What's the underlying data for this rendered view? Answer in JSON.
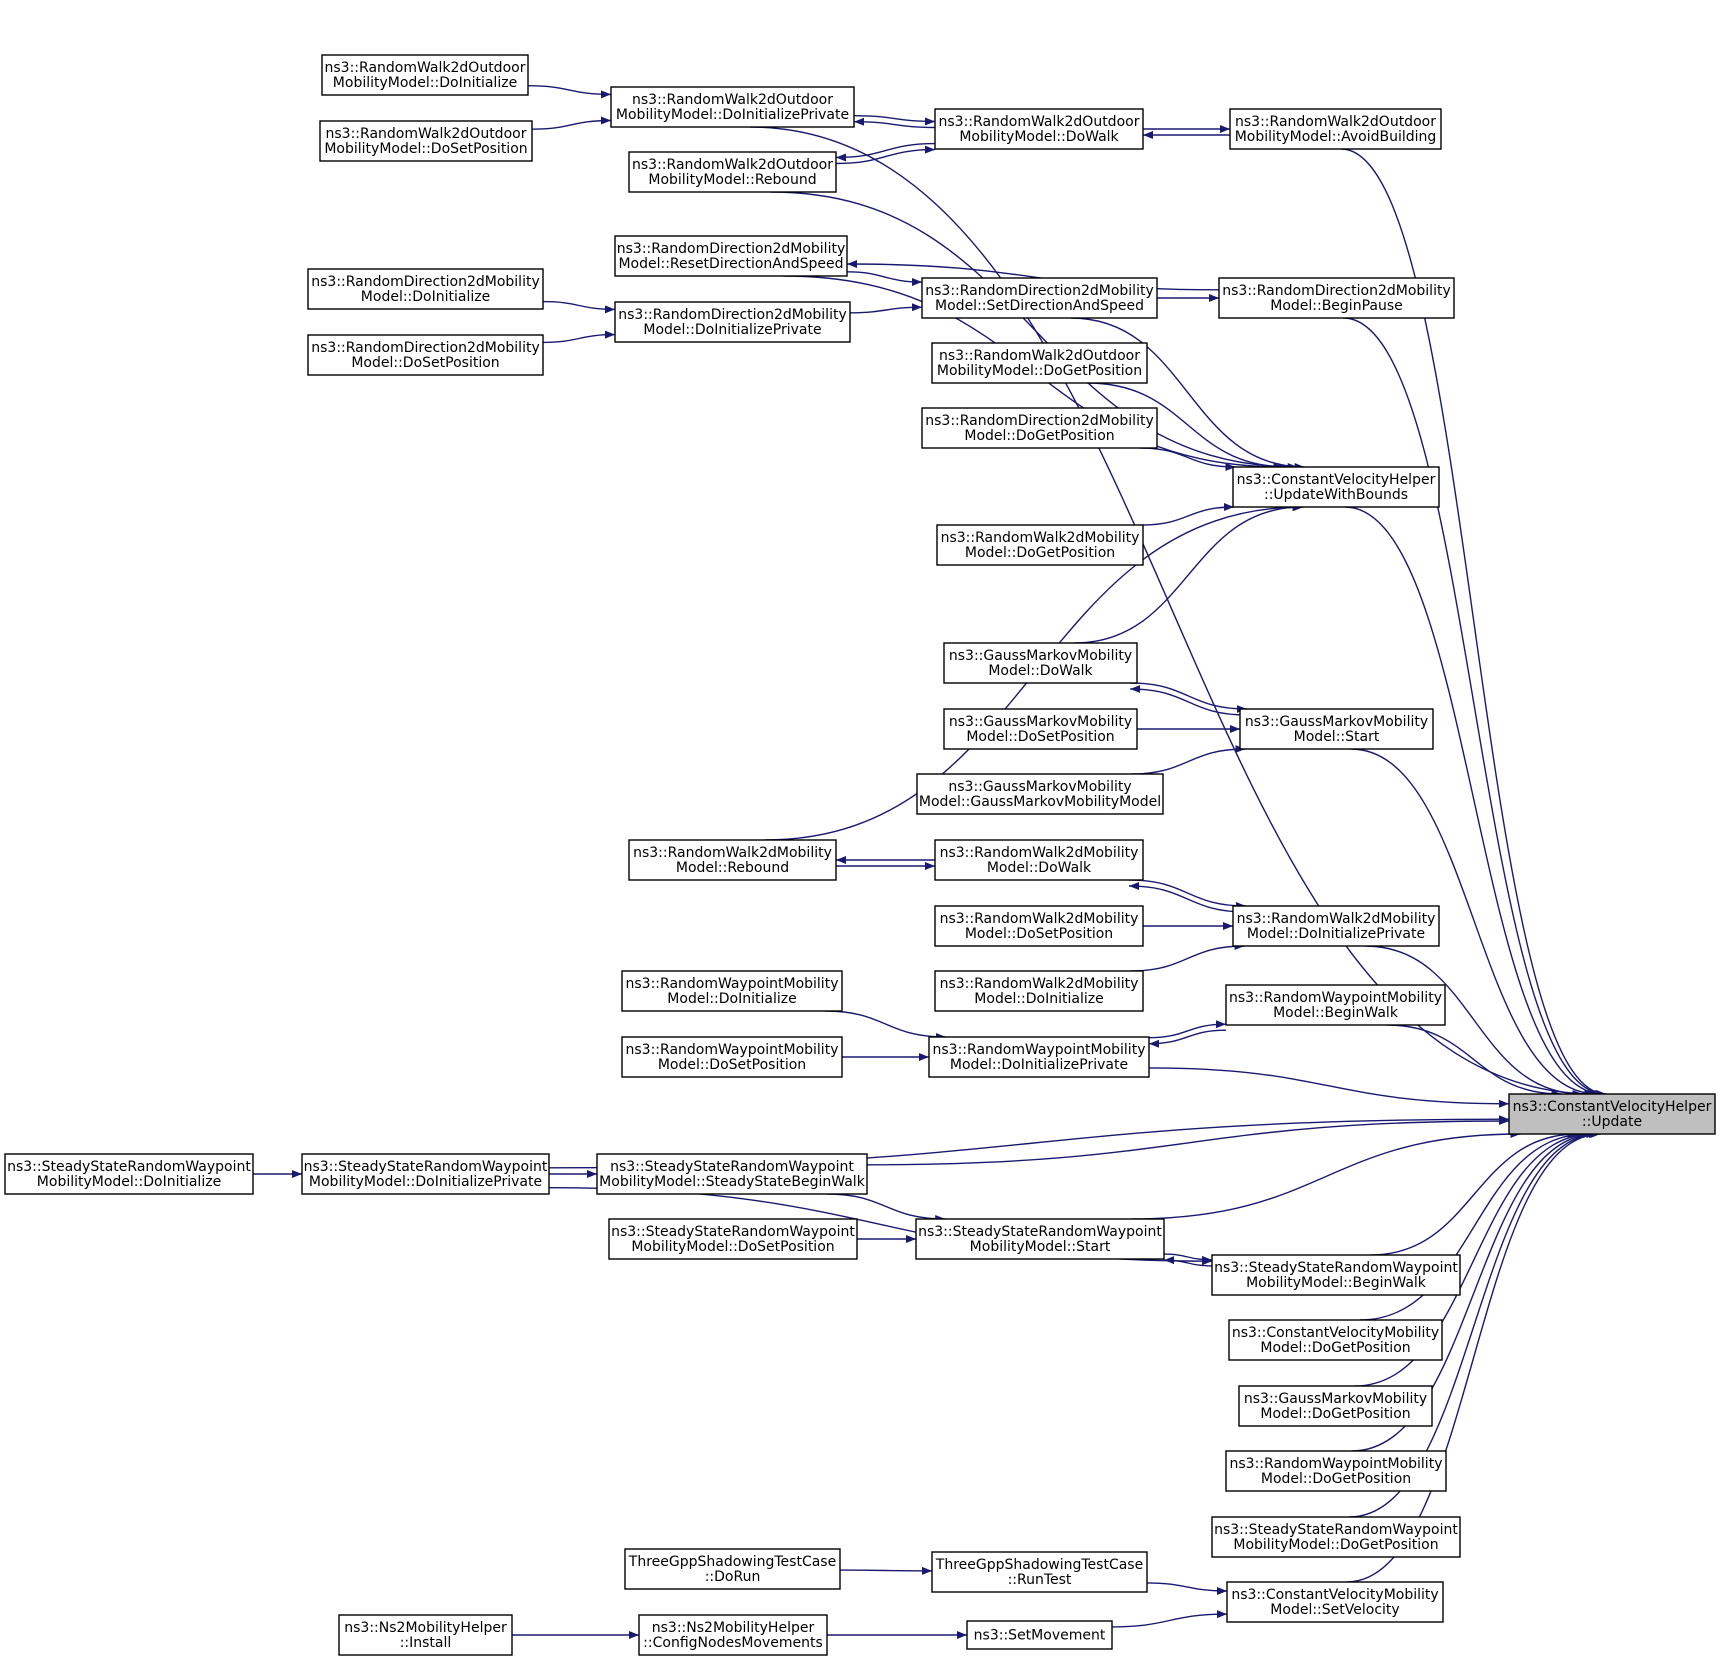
{
  "colors": {
    "edge": "#191970",
    "root_fill": "#bfbfbf",
    "node_fill": "#ffffff",
    "border": "#000000"
  },
  "nodes": [
    {
      "id": "root",
      "lines": [
        "ns3::ConstantVelocityHelper",
        "::Update"
      ]
    },
    {
      "id": "rw2o_doinit",
      "lines": [
        "ns3::RandomWalk2dOutdoor",
        "MobilityModel::DoInitialize"
      ]
    },
    {
      "id": "rw2o_dosetpos",
      "lines": [
        "ns3::RandomWalk2dOutdoor",
        "MobilityModel::DoSetPosition"
      ]
    },
    {
      "id": "rw2o_doinitpriv",
      "lines": [
        "ns3::RandomWalk2dOutdoor",
        "MobilityModel::DoInitializePrivate"
      ]
    },
    {
      "id": "rw2o_rebound",
      "lines": [
        "ns3::RandomWalk2dOutdoor",
        "MobilityModel::Rebound"
      ]
    },
    {
      "id": "rw2o_dowalk",
      "lines": [
        "ns3::RandomWalk2dOutdoor",
        "MobilityModel::DoWalk"
      ]
    },
    {
      "id": "rw2o_avoid",
      "lines": [
        "ns3::RandomWalk2dOutdoor",
        "MobilityModel::AvoidBuilding"
      ]
    },
    {
      "id": "rd2_reset",
      "lines": [
        "ns3::RandomDirection2dMobility",
        "Model::ResetDirectionAndSpeed"
      ]
    },
    {
      "id": "rd2_doinit",
      "lines": [
        "ns3::RandomDirection2dMobility",
        "Model::DoInitialize"
      ]
    },
    {
      "id": "rd2_dosetpos",
      "lines": [
        "ns3::RandomDirection2dMobility",
        "Model::DoSetPosition"
      ]
    },
    {
      "id": "rd2_doinitpriv",
      "lines": [
        "ns3::RandomDirection2dMobility",
        "Model::DoInitializePrivate"
      ]
    },
    {
      "id": "rd2_setdir",
      "lines": [
        "ns3::RandomDirection2dMobility",
        "Model::SetDirectionAndSpeed"
      ]
    },
    {
      "id": "rd2_beginpause",
      "lines": [
        "ns3::RandomDirection2dMobility",
        "Model::BeginPause"
      ]
    },
    {
      "id": "rw2o_dogetpos",
      "lines": [
        "ns3::RandomWalk2dOutdoor",
        "MobilityModel::DoGetPosition"
      ]
    },
    {
      "id": "rd2_dogetpos",
      "lines": [
        "ns3::RandomDirection2dMobility",
        "Model::DoGetPosition"
      ]
    },
    {
      "id": "cvh_bounds",
      "lines": [
        "ns3::ConstantVelocityHelper",
        "::UpdateWithBounds"
      ]
    },
    {
      "id": "rw2_dogetpos",
      "lines": [
        "ns3::RandomWalk2dMobility",
        "Model::DoGetPosition"
      ]
    },
    {
      "id": "gm_dowalk",
      "lines": [
        "ns3::GaussMarkovMobility",
        "Model::DoWalk"
      ]
    },
    {
      "id": "gm_dosetpos",
      "lines": [
        "ns3::GaussMarkovMobility",
        "Model::DoSetPosition"
      ]
    },
    {
      "id": "gm_ctor",
      "lines": [
        "ns3::GaussMarkovMobility",
        "Model::GaussMarkovMobilityModel"
      ]
    },
    {
      "id": "gm_start",
      "lines": [
        "ns3::GaussMarkovMobility",
        "Model::Start"
      ]
    },
    {
      "id": "rw2_rebound",
      "lines": [
        "ns3::RandomWalk2dMobility",
        "Model::Rebound"
      ]
    },
    {
      "id": "rw2_dowalk",
      "lines": [
        "ns3::RandomWalk2dMobility",
        "Model::DoWalk"
      ]
    },
    {
      "id": "rw2_dosetpos",
      "lines": [
        "ns3::RandomWalk2dMobility",
        "Model::DoSetPosition"
      ]
    },
    {
      "id": "rw2_doinit",
      "lines": [
        "ns3::RandomWalk2dMobility",
        "Model::DoInitialize"
      ]
    },
    {
      "id": "rw2_doinitpriv",
      "lines": [
        "ns3::RandomWalk2dMobility",
        "Model::DoInitializePrivate"
      ]
    },
    {
      "id": "rwp_doinit",
      "lines": [
        "ns3::RandomWaypointMobility",
        "Model::DoInitialize"
      ]
    },
    {
      "id": "rwp_dosetpos",
      "lines": [
        "ns3::RandomWaypointMobility",
        "Model::DoSetPosition"
      ]
    },
    {
      "id": "rwp_beginwalk",
      "lines": [
        "ns3::RandomWaypointMobility",
        "Model::BeginWalk"
      ]
    },
    {
      "id": "rwp_doinitpriv",
      "lines": [
        "ns3::RandomWaypointMobility",
        "Model::DoInitializePrivate"
      ]
    },
    {
      "id": "ss_doinit",
      "lines": [
        "ns3::SteadyStateRandomWaypoint",
        "MobilityModel::DoInitialize"
      ]
    },
    {
      "id": "ss_doinitpriv",
      "lines": [
        "ns3::SteadyStateRandomWaypoint",
        "MobilityModel::DoInitializePrivate"
      ]
    },
    {
      "id": "ss_steadybegin",
      "lines": [
        "ns3::SteadyStateRandomWaypoint",
        "MobilityModel::SteadyStateBeginWalk"
      ]
    },
    {
      "id": "ss_dosetpos",
      "lines": [
        "ns3::SteadyStateRandomWaypoint",
        "MobilityModel::DoSetPosition"
      ]
    },
    {
      "id": "ss_start",
      "lines": [
        "ns3::SteadyStateRandomWaypoint",
        "MobilityModel::Start"
      ]
    },
    {
      "id": "ss_beginwalk",
      "lines": [
        "ns3::SteadyStateRandomWaypoint",
        "MobilityModel::BeginWalk"
      ]
    },
    {
      "id": "cvm_dogetpos",
      "lines": [
        "ns3::ConstantVelocityMobility",
        "Model::DoGetPosition"
      ]
    },
    {
      "id": "gm_dogetpos",
      "lines": [
        "ns3::GaussMarkovMobility",
        "Model::DoGetPosition"
      ]
    },
    {
      "id": "rwp_dogetpos",
      "lines": [
        "ns3::RandomWaypointMobility",
        "Model::DoGetPosition"
      ]
    },
    {
      "id": "ss_dogetpos",
      "lines": [
        "ns3::SteadyStateRandomWaypoint",
        "MobilityModel::DoGetPosition"
      ]
    },
    {
      "id": "tg_dorun",
      "lines": [
        "ThreeGppShadowingTestCase",
        "::DoRun"
      ]
    },
    {
      "id": "tg_runtest",
      "lines": [
        "ThreeGppShadowingTestCase",
        "::RunTest"
      ]
    },
    {
      "id": "cvm_setvel",
      "lines": [
        "ns3::ConstantVelocityMobility",
        "Model::SetVelocity"
      ]
    },
    {
      "id": "ns2_install",
      "lines": [
        "ns3::Ns2MobilityHelper",
        "::Install"
      ]
    },
    {
      "id": "ns2_config",
      "lines": [
        "ns3::Ns2MobilityHelper",
        "::ConfigNodesMovements"
      ]
    },
    {
      "id": "setmovement",
      "lines": [
        "ns3::SetMovement"
      ]
    }
  ],
  "edges": [
    [
      "rw2o_doinit",
      "rw2o_doinitpriv"
    ],
    [
      "rw2o_dosetpos",
      "rw2o_doinitpriv"
    ],
    [
      "rw2o_doinitpriv",
      "rw2o_dowalk"
    ],
    [
      "rw2o_dowalk",
      "rw2o_doinitpriv"
    ],
    [
      "rw2o_dowalk",
      "rw2o_rebound"
    ],
    [
      "rw2o_rebound",
      "rw2o_dowalk"
    ],
    [
      "rw2o_dowalk",
      "rw2o_avoid"
    ],
    [
      "rw2o_avoid",
      "rw2o_dowalk"
    ],
    [
      "rw2o_doinitpriv",
      "root"
    ],
    [
      "rw2o_avoid",
      "root"
    ],
    [
      "rw2o_rebound",
      "cvh_bounds"
    ],
    [
      "rd2_doinit",
      "rd2_doinitpriv"
    ],
    [
      "rd2_dosetpos",
      "rd2_doinitpriv"
    ],
    [
      "rd2_doinitpriv",
      "rd2_setdir"
    ],
    [
      "rd2_reset",
      "rd2_setdir"
    ],
    [
      "rd2_setdir",
      "rd2_beginpause"
    ],
    [
      "rd2_beginpause",
      "rd2_reset"
    ],
    [
      "rd2_beginpause",
      "root"
    ],
    [
      "rd2_setdir",
      "cvh_bounds"
    ],
    [
      "rd2_reset",
      "cvh_bounds"
    ],
    [
      "rw2o_dogetpos",
      "cvh_bounds"
    ],
    [
      "rd2_dogetpos",
      "cvh_bounds"
    ],
    [
      "rw2_dogetpos",
      "cvh_bounds"
    ],
    [
      "gm_dowalk",
      "cvh_bounds"
    ],
    [
      "rw2_rebound",
      "cvh_bounds"
    ],
    [
      "cvh_bounds",
      "root"
    ],
    [
      "gm_dowalk",
      "gm_start"
    ],
    [
      "gm_start",
      "gm_dowalk"
    ],
    [
      "gm_dosetpos",
      "gm_start"
    ],
    [
      "gm_ctor",
      "gm_start"
    ],
    [
      "gm_start",
      "root"
    ],
    [
      "rw2_dowalk",
      "rw2_rebound"
    ],
    [
      "rw2_rebound",
      "rw2_dowalk"
    ],
    [
      "rw2_dowalk",
      "rw2_doinitpriv"
    ],
    [
      "rw2_doinitpriv",
      "rw2_dowalk"
    ],
    [
      "rw2_dosetpos",
      "rw2_doinitpriv"
    ],
    [
      "rw2_doinit",
      "rw2_doinitpriv"
    ],
    [
      "rw2_doinitpriv",
      "root"
    ],
    [
      "rwp_doinit",
      "rwp_doinitpriv"
    ],
    [
      "rwp_dosetpos",
      "rwp_doinitpriv"
    ],
    [
      "rwp_doinitpriv",
      "rwp_beginwalk"
    ],
    [
      "rwp_beginwalk",
      "rwp_doinitpriv"
    ],
    [
      "rwp_beginwalk",
      "root"
    ],
    [
      "rwp_doinitpriv",
      "root"
    ],
    [
      "ss_doinit",
      "ss_doinitpriv"
    ],
    [
      "ss_doinitpriv",
      "ss_steadybegin"
    ],
    [
      "ss_doinitpriv",
      "root"
    ],
    [
      "ss_doinitpriv",
      "ss_beginwalk"
    ],
    [
      "ss_steadybegin",
      "root"
    ],
    [
      "ss_steadybegin",
      "ss_start"
    ],
    [
      "ss_dosetpos",
      "ss_start"
    ],
    [
      "ss_start",
      "root"
    ],
    [
      "ss_start",
      "ss_beginwalk"
    ],
    [
      "ss_beginwalk",
      "ss_start"
    ],
    [
      "ss_beginwalk",
      "root"
    ],
    [
      "cvm_dogetpos",
      "root"
    ],
    [
      "gm_dogetpos",
      "root"
    ],
    [
      "rwp_dogetpos",
      "root"
    ],
    [
      "ss_dogetpos",
      "root"
    ],
    [
      "cvm_setvel",
      "root"
    ],
    [
      "tg_dorun",
      "tg_runtest"
    ],
    [
      "tg_runtest",
      "cvm_setvel"
    ],
    [
      "ns2_install",
      "ns2_config"
    ],
    [
      "ns2_config",
      "setmovement"
    ],
    [
      "setmovement",
      "cvm_setvel"
    ]
  ]
}
